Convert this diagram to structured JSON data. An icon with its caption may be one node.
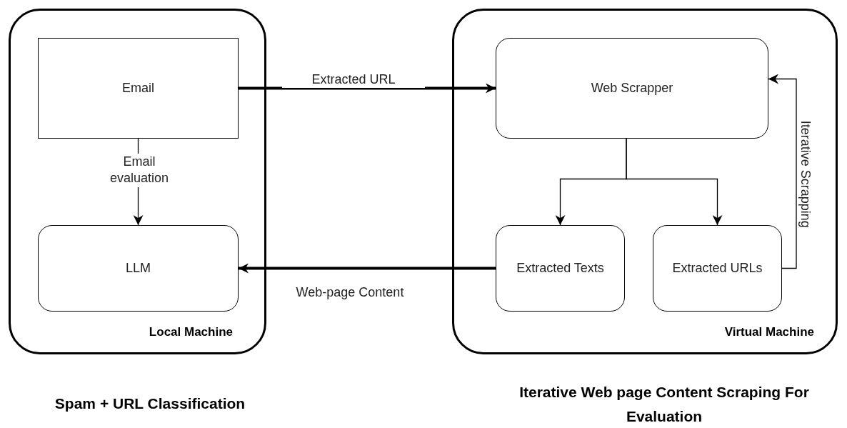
{
  "diagram": {
    "nodes": [
      {
        "text": [
          "Local Machine"
        ],
        "beside": [
          "Spam + URL Classification"
        ]
      },
      {
        "text": [
          "Email"
        ],
        "in": 0
      },
      {
        "text": [
          "LLM"
        ],
        "in": 0
      },
      {
        "text": [
          "Virtual Machine"
        ],
        "beside": [
          "Iterative Web page Content Scraping  For Evaluation"
        ]
      },
      {
        "text": [
          "Web Scrapper"
        ],
        "in": 3
      },
      {
        "text": [
          "Extracted Texts"
        ],
        "in": 3
      },
      {
        "text": [
          "Extracted URLs"
        ],
        "in": 3
      }
    ],
    "edges": [
      {
        "from": 1,
        "to": 4,
        "arrow": "to",
        "label": "Extracted URL",
        "style": "thick"
      },
      {
        "from": 1,
        "to": 2,
        "arrow": "to",
        "label": "Email evaluation"
      },
      {
        "from": 5,
        "to": 2,
        "arrow": "to",
        "label": "Web-page Content",
        "style": "thick"
      },
      {
        "from": 4,
        "to": 5,
        "arrow": "to"
      },
      {
        "from": 4,
        "to": 6,
        "arrow": "to"
      },
      {
        "from": 6,
        "to": 4,
        "arrow": "to",
        "label": "Iterative Scrapping"
      }
    ]
  }
}
